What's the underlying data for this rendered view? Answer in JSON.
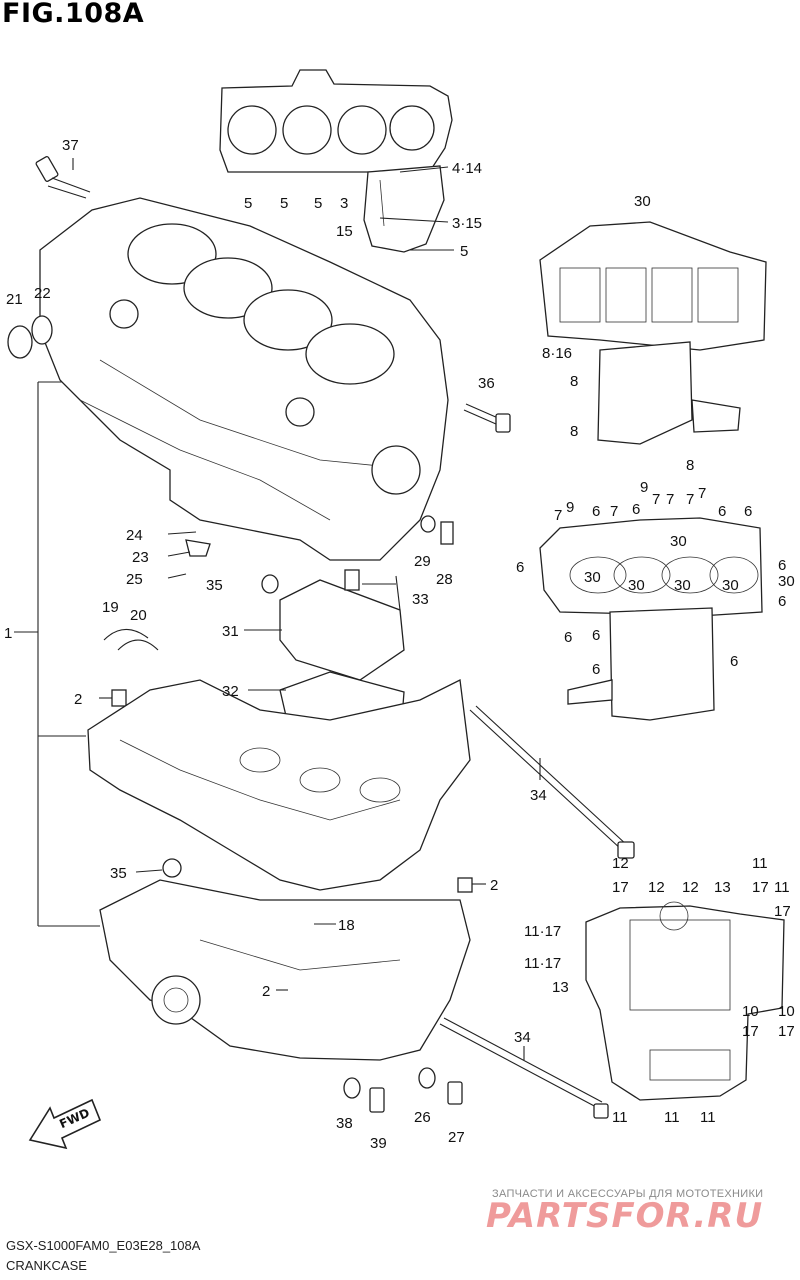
{
  "figure": {
    "title": "FIG.108A",
    "model_code": "GSX-S1000FAM0_E03E28_108A",
    "section_name": "CRANKCASE"
  },
  "watermark": {
    "small_text": "ЗАПЧАСТИ И АКСЕССУАРЫ ДЛЯ МОТОТЕХНИКИ",
    "logo_text": "PARTSFOR.RU"
  },
  "fwd_arrow": {
    "label": "FWD"
  },
  "callouts": {
    "c37": "37",
    "c1": "1",
    "c21": "21",
    "c22": "22",
    "c5a": "5",
    "c5b": "5",
    "c5c": "5",
    "c3": "3",
    "c15": "15",
    "c4_14": "4·14",
    "c3_15": "3·15",
    "c5d": "5",
    "c36": "36",
    "c24": "24",
    "c23": "23",
    "c25": "25",
    "c29": "29",
    "c28": "28",
    "c35a": "35",
    "c33": "33",
    "c19": "19",
    "c20": "20",
    "c31": "31",
    "c32": "32",
    "c2a": "2",
    "c34a": "34",
    "c35b": "35",
    "c2b": "2",
    "c18": "18",
    "c2c": "2",
    "c34b": "34",
    "c38": "38",
    "c39": "39",
    "c26": "26",
    "c27": "27",
    "t30": "30",
    "t8_16": "8·16",
    "t8a": "8",
    "t8b": "8",
    "t8c": "8",
    "m9a": "9",
    "m9b": "9",
    "m7a": "7",
    "m7b": "7",
    "m7c": "7",
    "m7d": "7",
    "m7e": "7",
    "m7f": "7",
    "m6a": "6",
    "m6b": "6",
    "m6c": "6",
    "m6d": "6",
    "m30a": "30",
    "m6e": "6",
    "m30b": "30",
    "m30c": "30",
    "m30d": "30",
    "m30e": "30",
    "m30f": "30",
    "m6f": "6",
    "m6g": "6",
    "m6h": "6",
    "m6i": "6",
    "m6j": "6",
    "m6k": "6",
    "b12a": "12",
    "b17a": "17",
    "b12b": "12",
    "b12c": "12",
    "b13a": "13",
    "b11a": "11",
    "b17b": "17",
    "b11b": "11",
    "b17c": "17",
    "b11_17a": "11·17",
    "b11_17b": "11·17",
    "b13b": "13",
    "b10a": "10",
    "b17d": "17",
    "b10b": "10",
    "b17e": "17",
    "b11c": "11",
    "b11d": "11",
    "b11e": "11"
  }
}
